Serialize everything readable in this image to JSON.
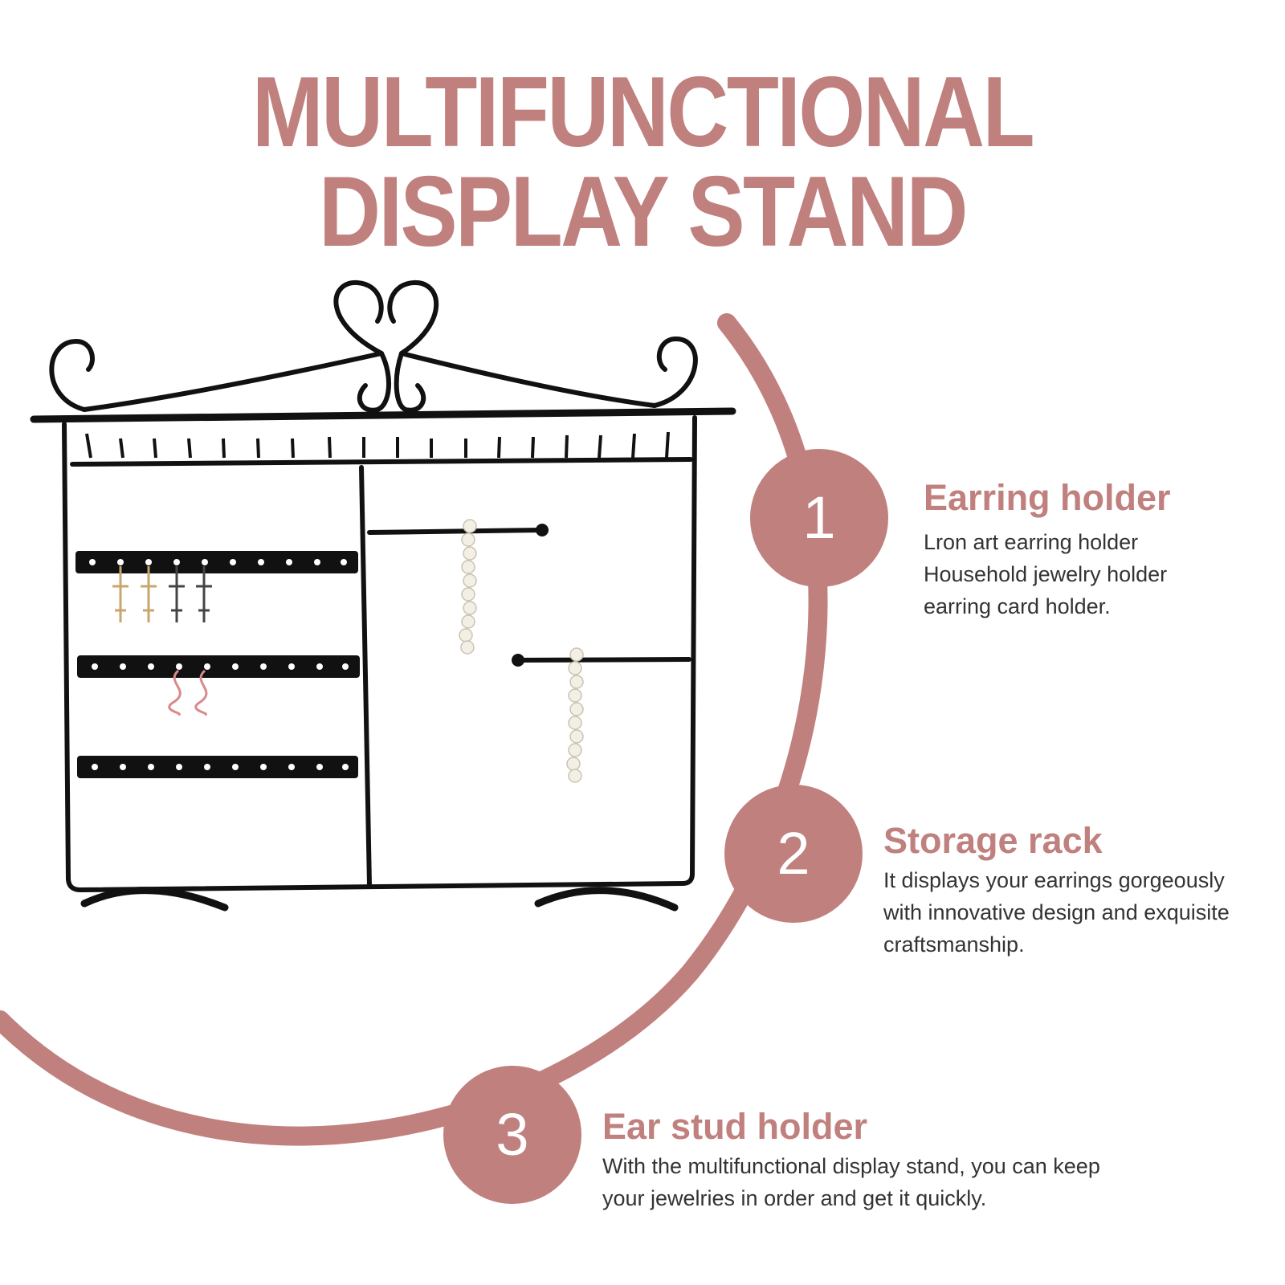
{
  "title": "MULTIFUNCTIONAL DISPLAY STAND",
  "colors": {
    "accent": "#c0807e",
    "text": "#333333",
    "metal": "#111111"
  },
  "features": [
    {
      "number": "1",
      "heading": "Earring holder",
      "lines": [
        "Lron art earring holder",
        "Household jewelry holder",
        "earring card holder."
      ]
    },
    {
      "number": "2",
      "heading": "Storage rack",
      "lines": [
        "It displays your earrings gorgeously",
        "with innovative design and exquisite",
        "craftsmanship."
      ]
    },
    {
      "number": "3",
      "heading": "Ear stud holder",
      "lines": [
        "With the multifunctional display stand, you can keep",
        "your jewelries in order and get it quickly."
      ]
    }
  ]
}
